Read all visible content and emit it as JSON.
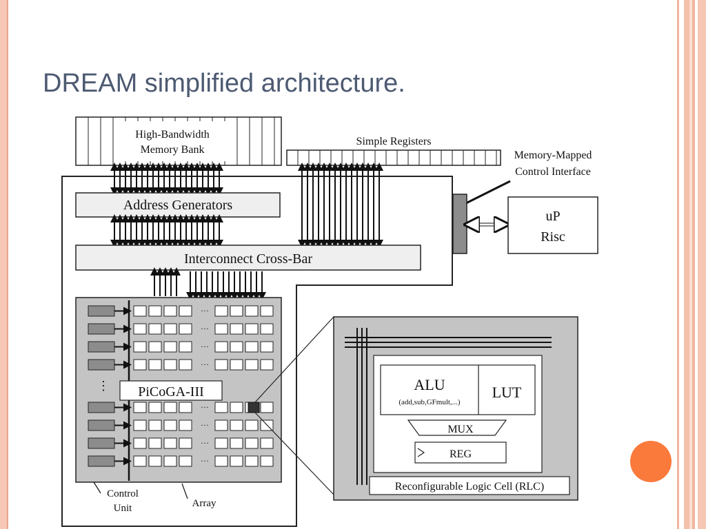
{
  "slide": {
    "title": "DREAM simplified architecture."
  },
  "diagram": {
    "memory_bank": [
      "High-Bandwidth",
      "Memory Bank"
    ],
    "simple_registers": "Simple Registers",
    "memory_mapped_interface": [
      "Memory-Mapped",
      "Control Interface"
    ],
    "up_risc": [
      "uP",
      "Risc"
    ],
    "address_generators": "Address Generators",
    "interconnect": "Interconnect Cross-Bar",
    "picoga": "PiCoGA-III",
    "control_unit": [
      "Control",
      "Unit"
    ],
    "array": "Array",
    "rlc": {
      "alu": "ALU",
      "alu_ops": "(add,sub,GFmult,...)",
      "lut": "LUT",
      "mux": "MUX",
      "reg": "REG",
      "caption": "Reconfigurable Logic Cell (RLC)"
    }
  }
}
